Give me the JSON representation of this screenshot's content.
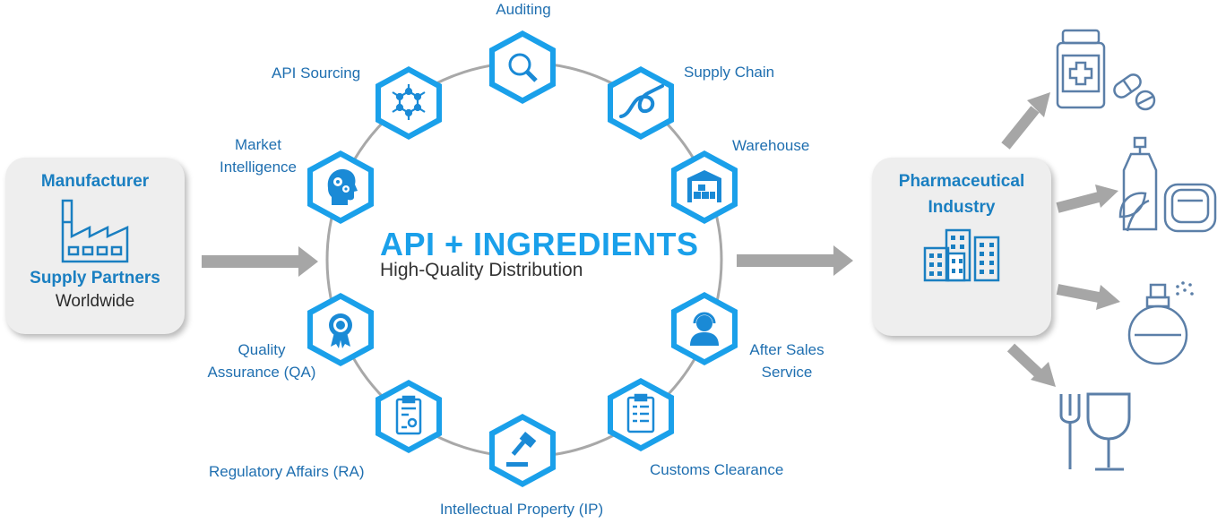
{
  "center": {
    "title": "API + INGREDIENTS",
    "subtitle": "High-Quality Distribution"
  },
  "manufacturer": {
    "title": "Manufacturer",
    "partners": "Supply Partners",
    "scope": "Worldwide"
  },
  "pharma": {
    "title_line1": "Pharmaceutical",
    "title_line2": "Industry"
  },
  "services": [
    {
      "label": "Auditing",
      "icon": "magnifier-icon"
    },
    {
      "label": "Supply Chain",
      "icon": "knot-icon"
    },
    {
      "label": "Warehouse",
      "icon": "warehouse-icon"
    },
    {
      "label_line1": "After Sales",
      "label_line2": "Service",
      "icon": "headset-user-icon"
    },
    {
      "label": "Customs Clearance",
      "icon": "checklist-clipboard-icon"
    },
    {
      "label": "Intellectual Property (IP)",
      "icon": "gavel-icon"
    },
    {
      "label": "Regulatory Affairs (RA)",
      "icon": "certificate-clipboard-icon"
    },
    {
      "label_line1": "Quality",
      "label_line2": "Assurance (QA)",
      "icon": "award-ribbon-icon"
    },
    {
      "label_line1": "Market",
      "label_line2": "Intelligence",
      "icon": "brain-gears-icon"
    },
    {
      "label": "API Sourcing",
      "icon": "molecule-icon"
    }
  ],
  "outputs": [
    "medicine-bottle-icon",
    "cosmetics-icon",
    "perfume-bottle-icon",
    "food-glass-icon"
  ],
  "colors": {
    "accent": "#1aa0ea",
    "label": "#1f6fb0",
    "arrow": "#a6a6a6",
    "ring": "#a8a8a8",
    "card": "#eeeeee",
    "outline_icon": "#5b7fa8"
  }
}
